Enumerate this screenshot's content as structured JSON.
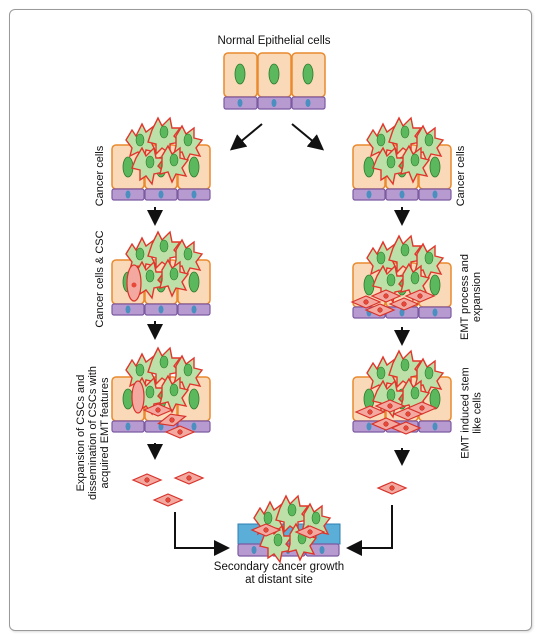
{
  "title": "Normal Epithelial cells",
  "left_labels": {
    "step1": "Cancer cells",
    "step2": "Cancer cells & CSC",
    "step3_line1": "Expansion of CSCs and",
    "step3_line2": "dissemination of CSCs with",
    "step3_line3": "acquired EMT features"
  },
  "right_labels": {
    "step1": "Cancer cells",
    "step2_line1": "EMT process and",
    "step2_line2": "expansion",
    "step3_line1": "EMT induced stem",
    "step3_line2": "like cells"
  },
  "bottom_label_line1": "Secondary cancer growth",
  "bottom_label_line2": "at distant site",
  "colors": {
    "epithelial_fill": "#f9d9b8",
    "epithelial_stroke": "#e98a2e",
    "nucleus_fill": "#5cb85c",
    "nucleus_stroke": "#2c7a2c",
    "basement_fill": "#b79bd0",
    "basement_stroke": "#7b5aa0",
    "basement_nucleus": "#4a8fc0",
    "cancer_fill": "#bde0a8",
    "cancer_stroke": "#e0362c",
    "emt_fill": "#f4a9a0",
    "emt_stroke": "#d8322a",
    "emt_nucleus": "#e8483a",
    "secondary_bg": "#5aaed8"
  }
}
